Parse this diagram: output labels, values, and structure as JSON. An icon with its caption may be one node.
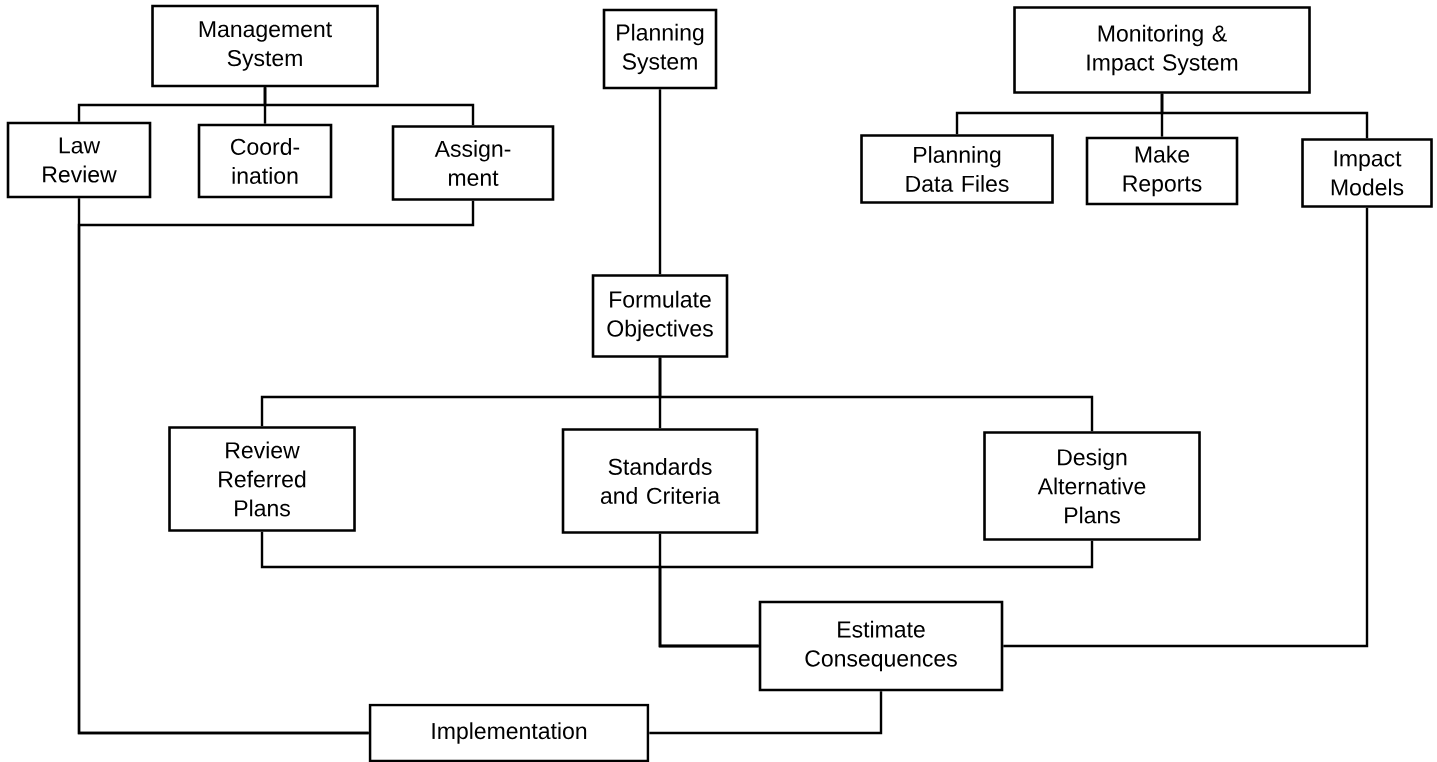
{
  "diagram": {
    "nodes": [
      {
        "text": [
          "Management System"
        ]
      },
      {
        "text": [
          "Planning System"
        ]
      },
      {
        "text": [
          "Monitoring & Impact System"
        ]
      },
      {
        "text": [
          "Law Review"
        ]
      },
      {
        "text": [
          "Coord- ination"
        ]
      },
      {
        "text": [
          "Assign- ment"
        ]
      },
      {
        "text": [
          "Planning Data Files"
        ]
      },
      {
        "text": [
          "Make Reports"
        ]
      },
      {
        "text": [
          "Impact Models"
        ]
      },
      {
        "text": [
          "Formulate Objectives"
        ]
      },
      {
        "text": [
          "Review Referred Plans"
        ]
      },
      {
        "text": [
          "Standards and Criteria"
        ]
      },
      {
        "text": [
          "Design Alternative Plans"
        ]
      },
      {
        "text": [
          "Estimate Consequences"
        ]
      },
      {
        "text": [
          "Implementation"
        ]
      }
    ],
    "edges": [
      {
        "from": 0,
        "to": 3,
        "arrow": "none"
      },
      {
        "from": 0,
        "to": 4,
        "arrow": "none"
      },
      {
        "from": 0,
        "to": 5,
        "arrow": "none"
      },
      {
        "from": 2,
        "to": 6,
        "arrow": "none"
      },
      {
        "from": 2,
        "to": 7,
        "arrow": "none"
      },
      {
        "from": 2,
        "to": 8,
        "arrow": "none"
      },
      {
        "from": 1,
        "to": 9,
        "arrow": "none"
      },
      {
        "from": 9,
        "to": 10,
        "arrow": "none"
      },
      {
        "from": 9,
        "to": 11,
        "arrow": "none"
      },
      {
        "from": 9,
        "to": 12,
        "arrow": "none"
      },
      {
        "from": 3,
        "to": 14,
        "arrow": "none"
      },
      {
        "from": 5,
        "to": 14,
        "arrow": "none"
      },
      {
        "from": 10,
        "to": 13,
        "arrow": "none"
      },
      {
        "from": 11,
        "to": 13,
        "arrow": "none"
      },
      {
        "from": 12,
        "to": 13,
        "arrow": "none"
      },
      {
        "from": 8,
        "to": 13,
        "arrow": "none"
      },
      {
        "from": 13,
        "to": 14,
        "arrow": "none"
      }
    ]
  }
}
